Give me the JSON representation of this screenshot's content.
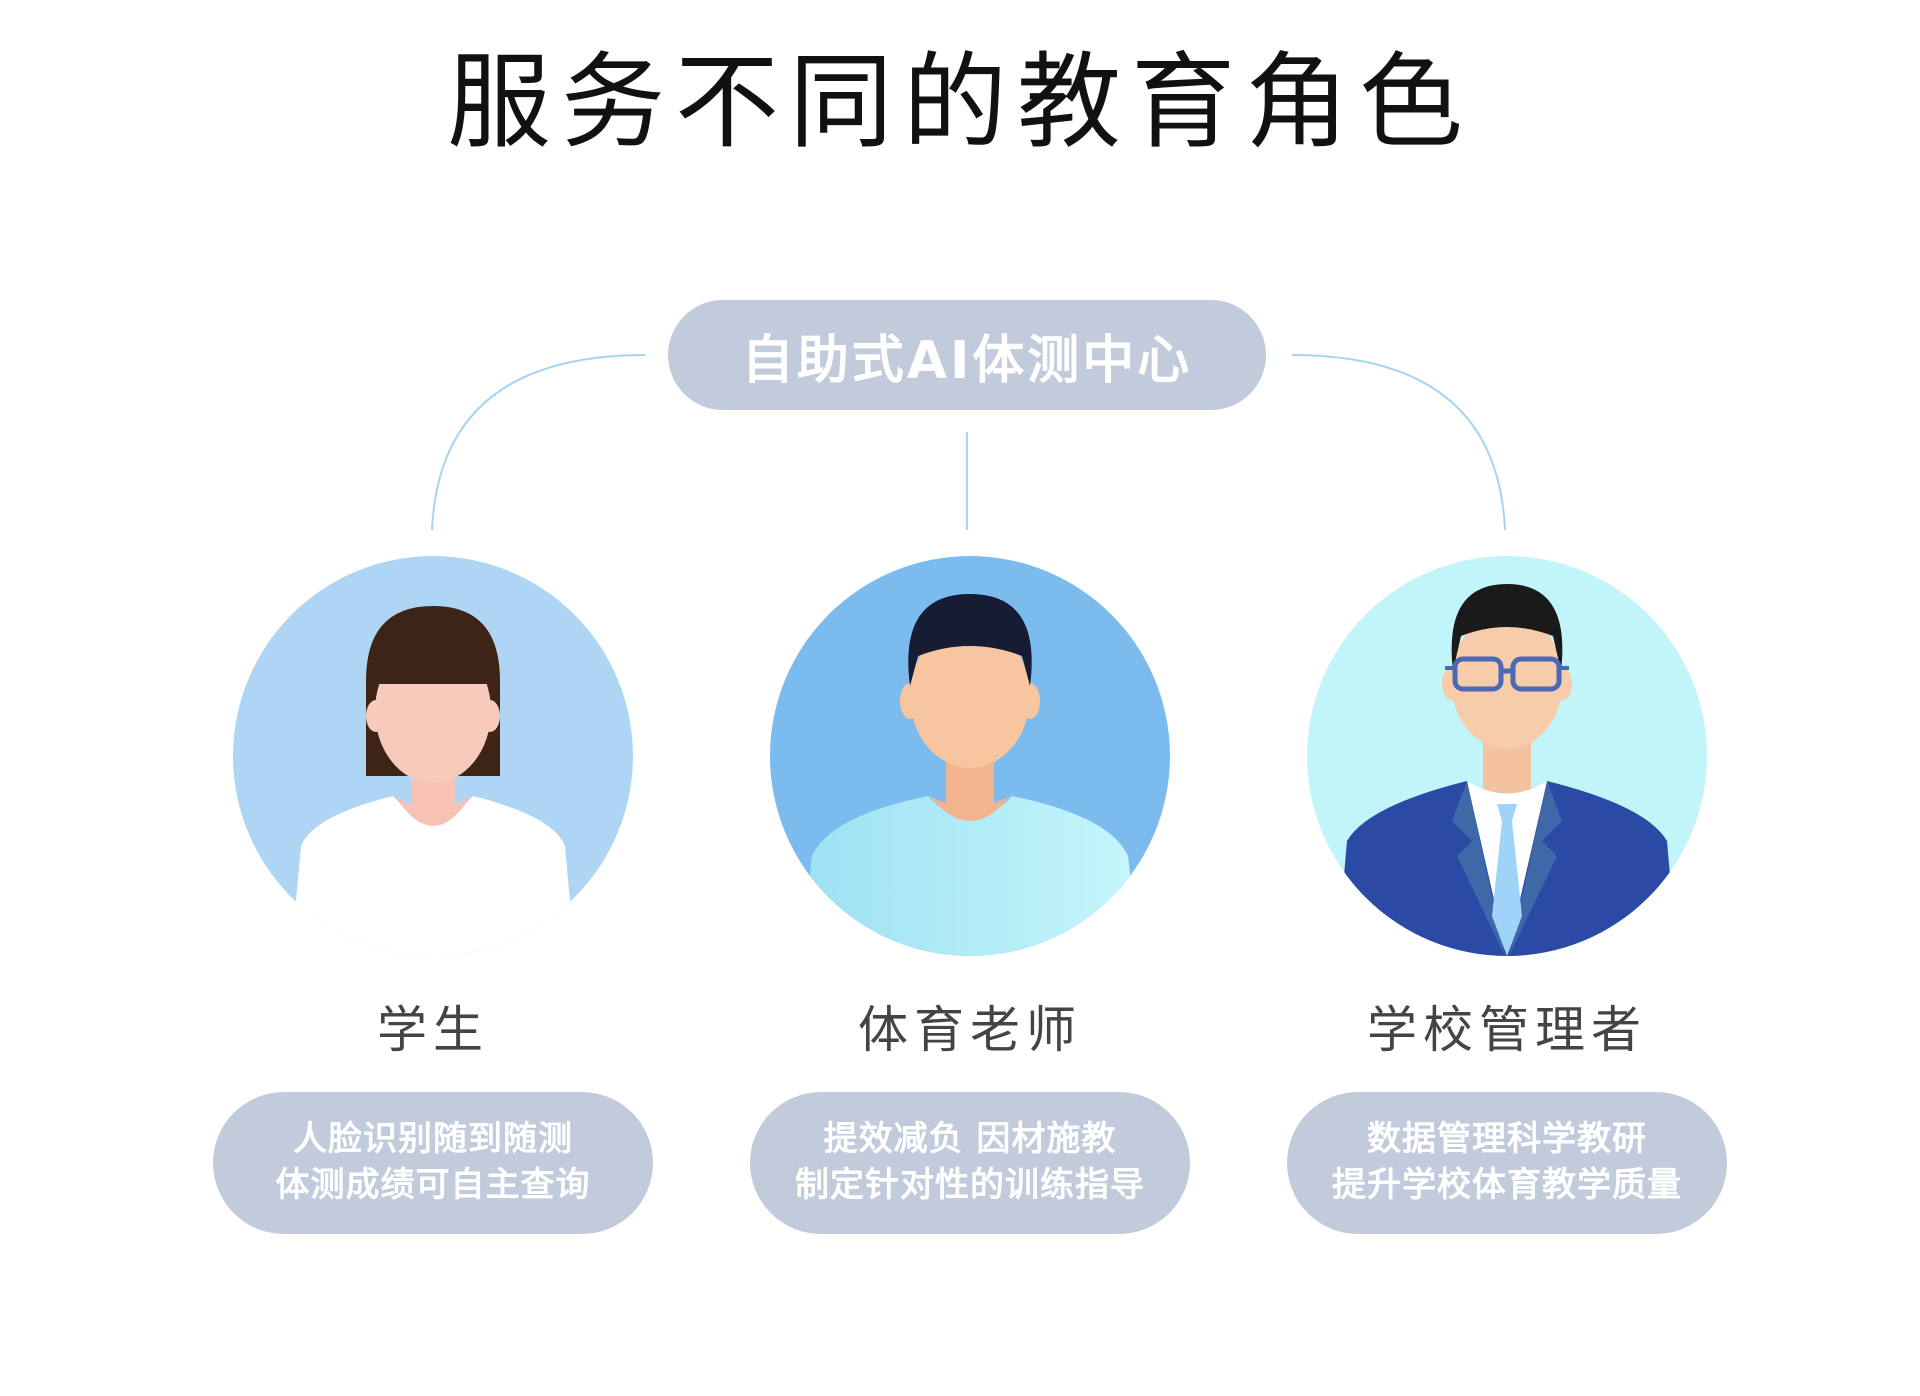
{
  "title": "服务不同的教育角色",
  "center": {
    "label": "自助式AI体测中心"
  },
  "colors": {
    "pill": "#c1cbdb",
    "connector": "#a8d4f2",
    "title": "#111111",
    "label": "#444444"
  },
  "roles": [
    {
      "label": "学生",
      "lines": [
        "人脸识别随到随测",
        "体测成绩可自主查询"
      ],
      "icon": "female-student-icon"
    },
    {
      "label": "体育老师",
      "lines": [
        "提效减负 因材施教",
        "制定针对性的训练指导"
      ],
      "icon": "male-teacher-icon"
    },
    {
      "label": "学校管理者",
      "lines": [
        "数据管理科学教研",
        "提升学校体育教学质量"
      ],
      "icon": "school-manager-icon"
    }
  ]
}
